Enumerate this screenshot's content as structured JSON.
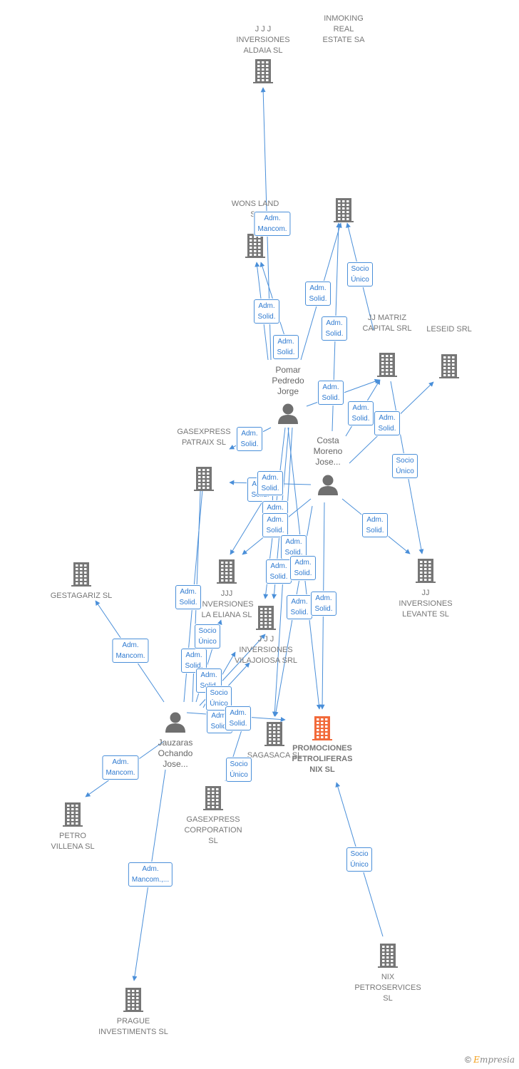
{
  "colors": {
    "edge": "#4a8fd9",
    "company": "#767676",
    "main_company": "#f26a3a",
    "person": "#6f6f6f"
  },
  "companies": [
    {
      "id": "jjj_aldaia",
      "label": "J J J\nINVERSIONES\nALDAIA  SL"
    },
    {
      "id": "inmoking",
      "label": "INMOKING\nREAL\nESTATE SA"
    },
    {
      "id": "wons",
      "label": "WONS LAND\nSL"
    },
    {
      "id": "jj_matriz",
      "label": "JJ MATRIZ\nCAPITAL SRL"
    },
    {
      "id": "leseid",
      "label": "LESEID SRL"
    },
    {
      "id": "gasexpress_patraix",
      "label": "GASEXPRESS\nPATRAIX  SL"
    },
    {
      "id": "gestagariz",
      "label": "GESTAGARIZ SL"
    },
    {
      "id": "jjj_eliana",
      "label": "JJJ\nINVERSIONES\nLA ELIANA  SL"
    },
    {
      "id": "jjj_vilajoiosa",
      "label": "J J J\nINVERSIONES\nVILAJOIOSA SRL"
    },
    {
      "id": "jj_levante",
      "label": "JJ\nINVERSIONES\nLEVANTE  SL"
    },
    {
      "id": "sagasaca",
      "label": "SAGASACA  SL"
    },
    {
      "id": "promociones",
      "label": "PROMOCIONES\nPETROLIFERAS\nNIX  SL",
      "main": true
    },
    {
      "id": "petro_villena",
      "label": "PETRO\nVILLENA  SL"
    },
    {
      "id": "gasexpress_corp",
      "label": "GASEXPRESS\nCORPORATION\nSL"
    },
    {
      "id": "nix_petroservices",
      "label": "NIX\nPETROSERVICES\nSL"
    },
    {
      "id": "prague",
      "label": "PRAGUE\nINVESTIMENTS SL"
    }
  ],
  "persons": [
    {
      "id": "pomar",
      "label": "Pomar\nPedredo\nJorge"
    },
    {
      "id": "costa",
      "label": "Costa\nMoreno\nJose..."
    },
    {
      "id": "jauzaras",
      "label": "Jauzaras\nOchando\nJose..."
    }
  ],
  "edges": [
    {
      "label": "Adm.\nMancom."
    },
    {
      "label": "Adm.\nSolid."
    },
    {
      "label": "Adm.\nSolid."
    },
    {
      "label": "Adm.\nSolid."
    },
    {
      "label": "Socio\nÚnico"
    },
    {
      "label": "Adm.\nSolid."
    },
    {
      "label": "Adm.\nSolid."
    },
    {
      "label": "Adm.\nSolid."
    },
    {
      "label": "Adm.\nSolid."
    },
    {
      "label": "Socio\nÚnico"
    },
    {
      "label": "Adm.\nSolid."
    },
    {
      "label": "Adm.\nSolid."
    },
    {
      "label": "Adm.\nSolid."
    },
    {
      "label": "Adm.\nSolid."
    },
    {
      "label": "Adm.\nSolid."
    },
    {
      "label": "Adm.\nSolid."
    },
    {
      "label": "Adm.\nSolid."
    },
    {
      "label": "Adm.\nSolid."
    },
    {
      "label": "Adm.\nSolid."
    },
    {
      "label": "Adm.\nSolid."
    },
    {
      "label": "Adm.\nSolid."
    },
    {
      "label": "Adm.\nSolid."
    },
    {
      "label": "Adm.\nMancom."
    },
    {
      "label": "Adm.\nSolid."
    },
    {
      "label": "Socio\nÚnico"
    },
    {
      "label": "Adm.\nSolid."
    },
    {
      "label": "Adm.\nSolid."
    },
    {
      "label": "Socio\nÚnico"
    },
    {
      "label": "Adm.\nSolid."
    },
    {
      "label": "Socio\nÚnico"
    },
    {
      "label": "Adm.\nMancom."
    },
    {
      "label": "Adm.\nMancom.,..."
    },
    {
      "label": "Socio\nÚnico"
    }
  ],
  "brand": {
    "copyright": "©",
    "name_first": "E",
    "name_rest": "mpresia"
  }
}
